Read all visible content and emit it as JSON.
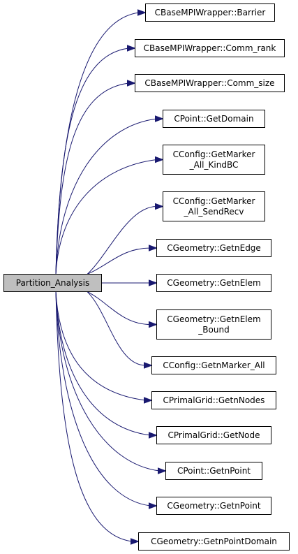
{
  "root": {
    "id": "root",
    "lines": [
      "Partition_Analysis"
    ],
    "fill": "#bfbfbf"
  },
  "edge_color": "#191970",
  "callees": [
    {
      "id": "barrier",
      "lines": [
        "CBaseMPIWrapper::Barrier"
      ]
    },
    {
      "id": "comm-rank",
      "lines": [
        "CBaseMPIWrapper::Comm_rank"
      ]
    },
    {
      "id": "comm-size",
      "lines": [
        "CBaseMPIWrapper::Comm_size"
      ]
    },
    {
      "id": "point-getdomain",
      "lines": [
        "CPoint::GetDomain"
      ]
    },
    {
      "id": "config-getmarker-all-kindbc",
      "lines": [
        "CConfig::GetMarker",
        "_All_KindBC"
      ]
    },
    {
      "id": "config-getmarker-all-sendrecv",
      "lines": [
        "CConfig::GetMarker",
        "_All_SendRecv"
      ]
    },
    {
      "id": "geometry-getnedge",
      "lines": [
        "CGeometry::GetnEdge"
      ]
    },
    {
      "id": "geometry-getnelem",
      "lines": [
        "CGeometry::GetnElem"
      ]
    },
    {
      "id": "geometry-getnelem-bound",
      "lines": [
        "CGeometry::GetnElem",
        "_Bound"
      ]
    },
    {
      "id": "config-getnmarker-all",
      "lines": [
        "CConfig::GetnMarker_All"
      ]
    },
    {
      "id": "primalgrid-getnnodes",
      "lines": [
        "CPrimalGrid::GetnNodes"
      ]
    },
    {
      "id": "primalgrid-getnode",
      "lines": [
        "CPrimalGrid::GetNode"
      ]
    },
    {
      "id": "point-getnpoint",
      "lines": [
        "CPoint::GetnPoint"
      ]
    },
    {
      "id": "geometry-getnpoint",
      "lines": [
        "CGeometry::GetnPoint"
      ]
    },
    {
      "id": "geometry-getnpointdomain",
      "lines": [
        "CGeometry::GetnPointDomain"
      ]
    }
  ]
}
